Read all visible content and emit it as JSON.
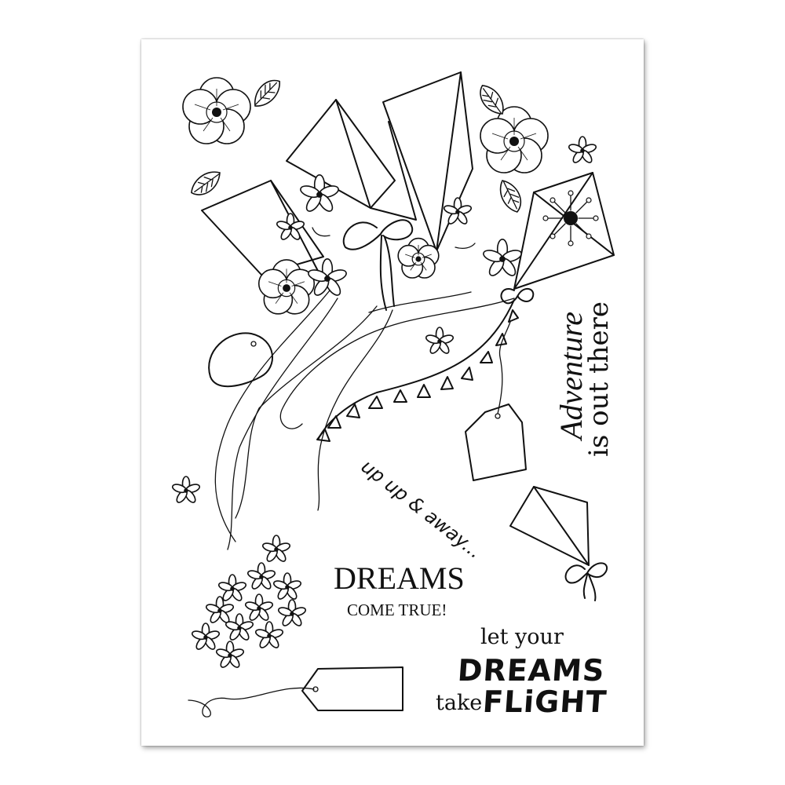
{
  "sheet": {
    "phrases": {
      "dreams_serif": "DREAMS",
      "come_true": "COME TRUE!",
      "let_your": "let your",
      "dreams_hand": "DREAMS",
      "take": "take",
      "flight": "FLiGHT",
      "adventure": "Adventure",
      "is_out_there": "is out there",
      "up_up_away": "up up & away..."
    },
    "icons": [
      "kite-icon",
      "flower-icon",
      "leaf-icon",
      "bow-icon",
      "gift-tag-icon",
      "bunting-icon",
      "ribbon-icon"
    ]
  },
  "colors": {
    "ink": "#111111",
    "paper": "#ffffff",
    "background": "#ffffff"
  }
}
